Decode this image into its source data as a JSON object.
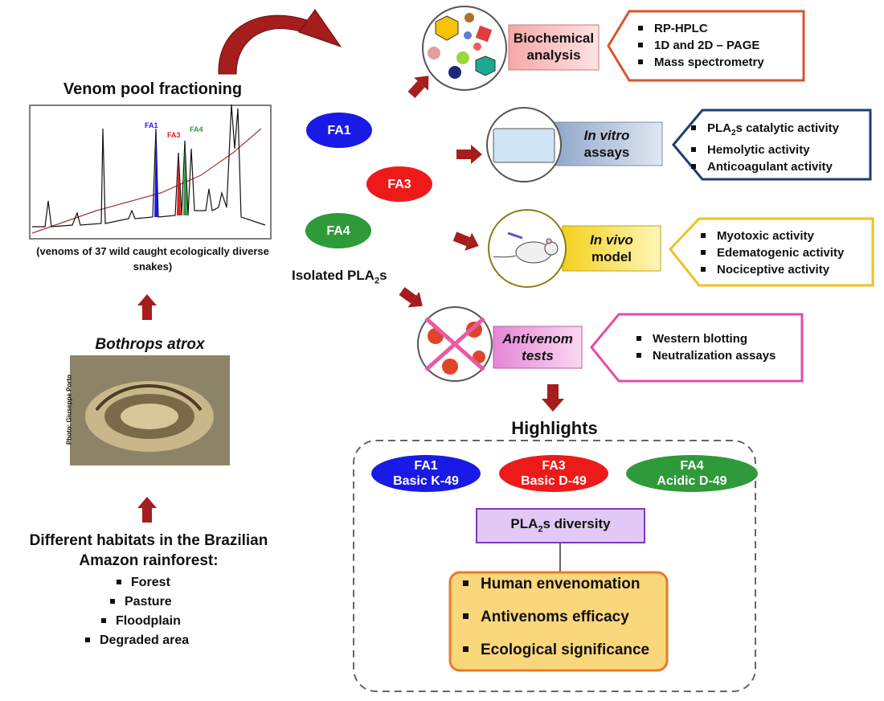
{
  "left": {
    "fractioning_title": "Venom pool fractioning",
    "chromatogram_labels": [
      "FA1",
      "FA3",
      "FA4"
    ],
    "venom_caption": "(venoms of 37 wild caught ecologically diverse snakes)",
    "species": "Bothrops atrox",
    "photo_credit": "Photo: Giuseppe Porto",
    "habitats_title": "Different habitats in the Brazilian Amazon rainforest:",
    "habitats": [
      "Forest",
      "Pasture",
      "Floodplain",
      "Degraded area"
    ]
  },
  "fractions": {
    "fa1": "FA1",
    "fa3": "FA3",
    "fa4": "FA4",
    "isolated_prefix": "Isolated PLA",
    "isolated_sub": "2",
    "isolated_suffix": "s"
  },
  "steps": {
    "biochemical": {
      "label": "Biochemical analysis",
      "items": [
        "RP-HPLC",
        "1D and 2D – PAGE",
        "Mass spectrometry"
      ]
    },
    "in_vitro": {
      "label_em": "In vitro",
      "label_rest": "assays",
      "item1_prefix": "PLA",
      "item1_sub": "2",
      "item1_suffix": "s catalytic activity",
      "items": [
        "Hemolytic activity",
        "Anticoagulant activity"
      ]
    },
    "in_vivo": {
      "label_em": "In vivo",
      "label_rest": "model",
      "items": [
        "Myotoxic activity",
        "Edematogenic activity",
        "Nociceptive activity"
      ]
    },
    "antivenom": {
      "label_line1": "Antivenom",
      "label_line2": "tests",
      "items": [
        "Western blotting",
        "Neutralization assays"
      ]
    }
  },
  "highlights": {
    "title": "Highlights",
    "fa1": {
      "name": "FA1",
      "desc": "Basic K-49"
    },
    "fa3": {
      "name": "FA3",
      "desc": "Basic D-49"
    },
    "fa4": {
      "name": "FA4",
      "desc": "Acidic D-49"
    },
    "diversity_prefix": "PLA",
    "diversity_sub": "2",
    "diversity_suffix": "s diversity",
    "items": [
      "Human envenomation",
      "Antivenoms efficacy",
      "Ecological significance"
    ]
  },
  "colors": {
    "fa1": "#1a1ae6",
    "fa3": "#ee1a1a",
    "fa4": "#2e9a3a",
    "arrow": "#a51d1d",
    "biochem_border": "#d9532e",
    "invitro_border": "#1f3f6e",
    "invivo_border": "#f0c020",
    "antivenom_border": "#e84aa8",
    "highlight_box": "#fbd77c",
    "diversity_box": "#e2c8f4"
  }
}
